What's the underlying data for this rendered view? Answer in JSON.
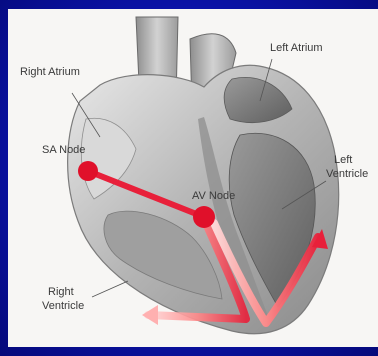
{
  "labels": {
    "left_atrium": "Left Atrium",
    "right_atrium": "Right Atrium",
    "sa_node": "SA Node",
    "av_node": "AV Node",
    "left_ventricle_1": "Left",
    "left_ventricle_2": "Ventricle",
    "right_ventricle_1": "Right",
    "right_ventricle_2": "Ventricle"
  },
  "colors": {
    "node": "#e0102a",
    "pathway": "#e8203a",
    "heart_dark": "#6f6f6f",
    "heart_mid": "#a9a9a9",
    "heart_light": "#dcdcdc",
    "background": "#0b13a8",
    "panel": "#f7f6f4"
  }
}
